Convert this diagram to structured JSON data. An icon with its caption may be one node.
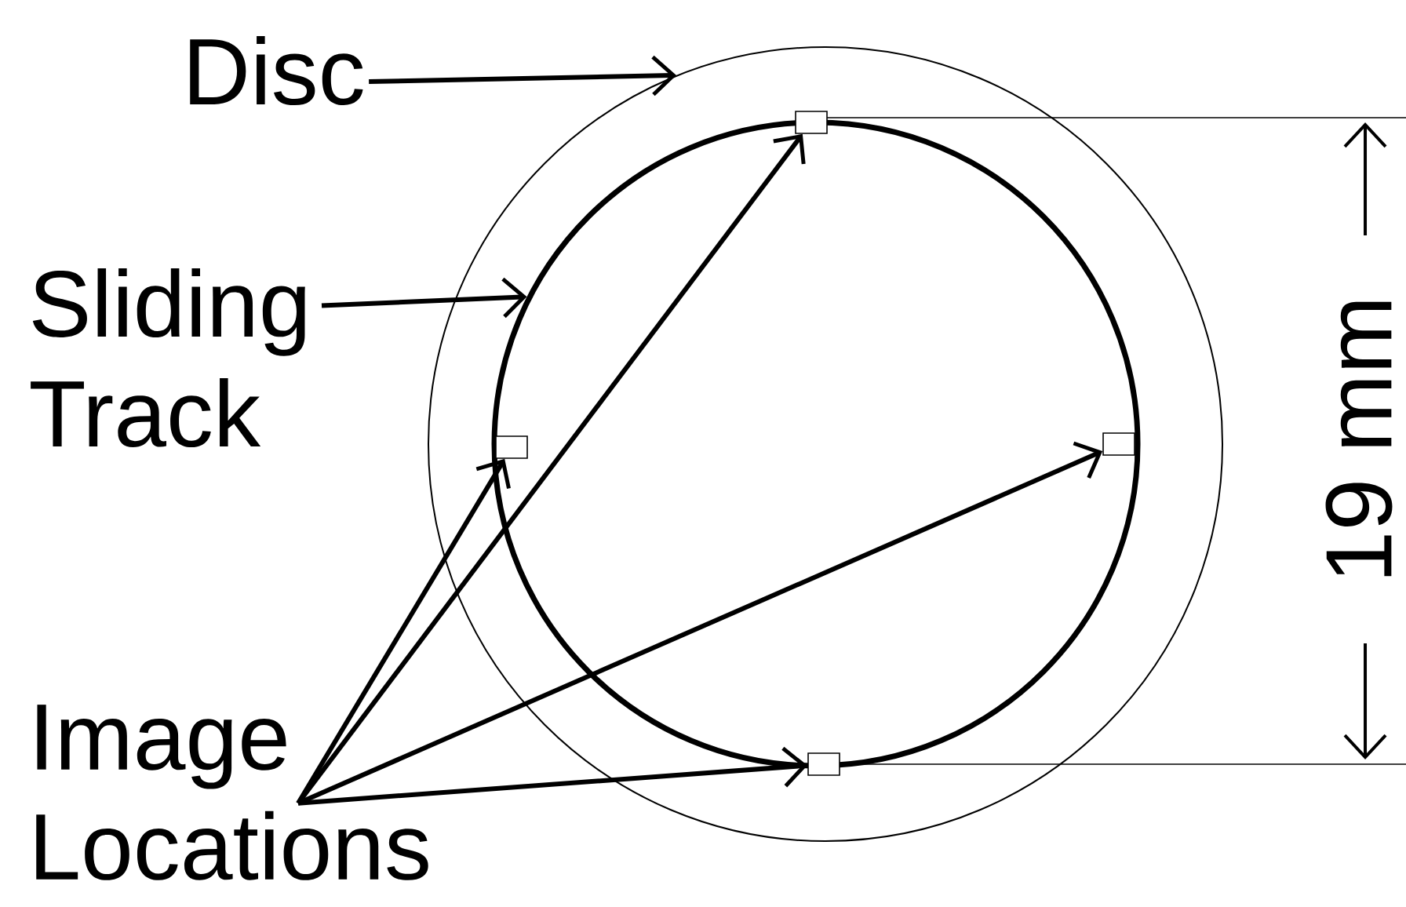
{
  "diagram": {
    "nodes": [
      {
        "text": [
          "Disc"
        ]
      },
      {
        "text": [],
        "shape": "circle"
      },
      {
        "text": [
          "Sliding Track"
        ]
      },
      {
        "text": [],
        "shape": "circle",
        "in": 1
      },
      {
        "text": [
          "Image Locations"
        ]
      },
      {
        "text": [],
        "shape": "box",
        "in": 3
      },
      {
        "text": [],
        "shape": "box",
        "in": 3
      },
      {
        "text": [],
        "shape": "box",
        "in": 3
      },
      {
        "text": [],
        "shape": "box",
        "in": 3
      }
    ],
    "edges": [
      {
        "from": 0,
        "to": 1,
        "arrow": "to"
      },
      {
        "from": 2,
        "to": 3,
        "arrow": "to"
      },
      {
        "from": 4,
        "to": 5,
        "arrow": "to"
      },
      {
        "from": 4,
        "to": 6,
        "arrow": "to"
      },
      {
        "from": 4,
        "to": 7,
        "arrow": "to"
      },
      {
        "from": 4,
        "to": 8,
        "arrow": "to"
      }
    ],
    "labels": [
      "19 mm"
    ]
  }
}
